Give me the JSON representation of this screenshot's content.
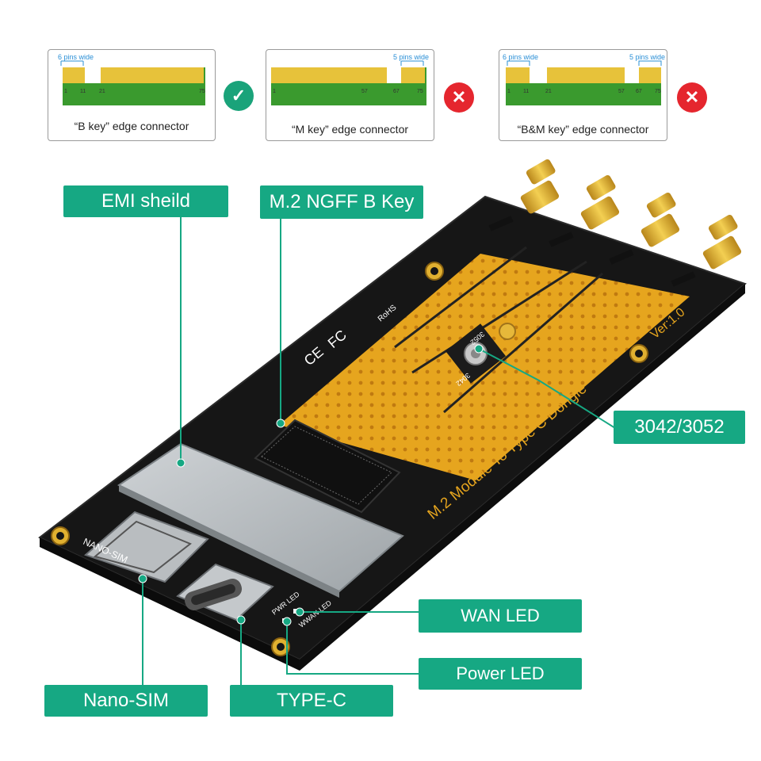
{
  "connectors": [
    {
      "caption": "“B key” edge connector",
      "left_width": "6 pins wide",
      "right_width": "",
      "pin_numbers": [
        "1",
        "11",
        "21",
        "75"
      ],
      "status": "ok",
      "status_icon": "check-icon"
    },
    {
      "caption": "“M key” edge connector",
      "left_width": "",
      "right_width": "5 pins wide",
      "pin_numbers": [
        "1",
        "57",
        "67",
        "75"
      ],
      "status": "no",
      "status_icon": "cross-icon"
    },
    {
      "caption": "“B&M key” edge connector",
      "left_width": "6 pins wide",
      "right_width": "5 pins wide",
      "pin_numbers": [
        "1",
        "11",
        "21",
        "57",
        "67",
        "75"
      ],
      "status": "no",
      "status_icon": "cross-icon"
    }
  ],
  "callouts": {
    "emi": "EMI sheild",
    "m2": "M.2 NGFF B Key",
    "size": "3042/3052",
    "wan": "WAN LED",
    "power": "Power LED",
    "sim": "Nano-SIM",
    "typec": "TYPE-C"
  },
  "board": {
    "title": "M.2 Module To Type C Dongle",
    "version": "Ver:1.0",
    "sim_label": "NANO-SIM",
    "led_labels": [
      "PWR LED",
      "WWAN LED"
    ],
    "cert_ce": "CE",
    "cert_fc": "FC",
    "rohs": "RoHS",
    "slot_marks": [
      "3052",
      "3042"
    ]
  },
  "colors": {
    "accent": "#16a883",
    "pcb": "#1a1a1a",
    "gold": "#e6a51e",
    "ok": "#1aa37a",
    "no": "#e5262e"
  }
}
